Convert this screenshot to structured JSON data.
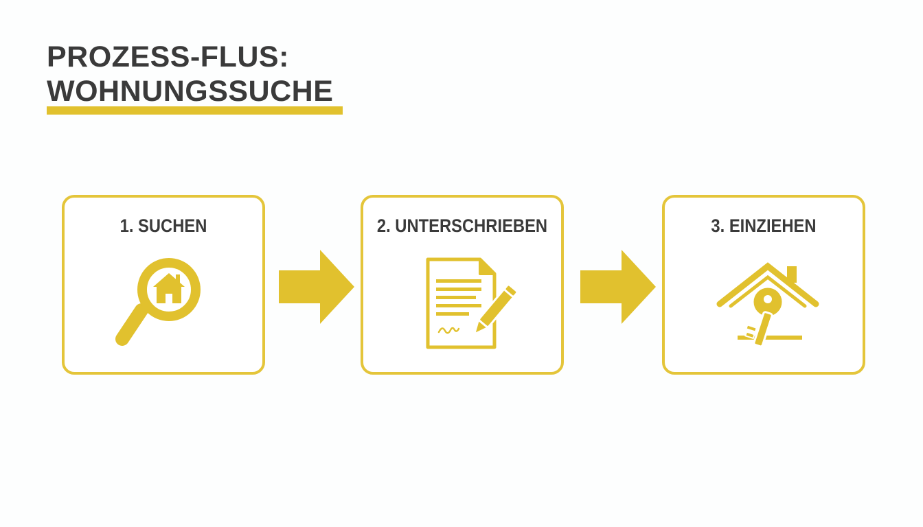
{
  "header": {
    "title_line1": "PROZESS-FLUS:",
    "title_line2": "WOHNUNGSSUCHE"
  },
  "steps": [
    {
      "label": "1. SUCHEN",
      "icon": "magnifier-house-icon"
    },
    {
      "label": "2. UNTERSCHRIEBEN",
      "icon": "contract-pen-icon"
    },
    {
      "label": "3. EINZIEHEN",
      "icon": "house-key-icon"
    }
  ],
  "colors": {
    "accent": "#e1c12e",
    "text": "#3a3a3a",
    "background": "#fdfefe"
  }
}
